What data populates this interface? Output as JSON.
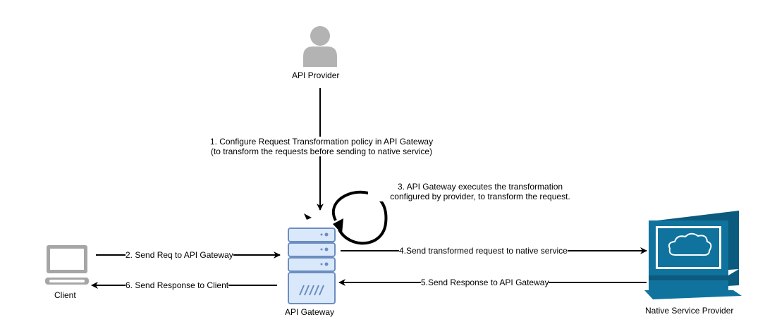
{
  "nodes": {
    "provider_label": "API Provider",
    "client_label": "Client",
    "gateway_label": "API Gateway",
    "native_label": "Native Service Provider"
  },
  "steps": {
    "step1_line1": "1. Configure Request Transformation policy in API Gateway",
    "step1_line2": "(to transform the requests before sending to native service)",
    "step2": "2. Send Req to API Gateway",
    "step3_line1": "3. API Gateway executes the transformation",
    "step3_line2": "configured by provider, to transform the request.",
    "step4": "4.Send transformed request to native service",
    "step5": "5.Send Response to API Gateway",
    "step6": "6. Send Response to Client"
  },
  "colors": {
    "user_gray": "#b3b3b3",
    "laptop_gray": "#a6a6a6",
    "server_blue": "#dae8fc",
    "server_border": "#6c8ebf",
    "monitor_blue": "#10739e",
    "line": "#000000"
  },
  "icons": {
    "provider": "user-icon",
    "client": "laptop-icon",
    "gateway": "server-icon",
    "native": "computer-monitor-icon"
  }
}
